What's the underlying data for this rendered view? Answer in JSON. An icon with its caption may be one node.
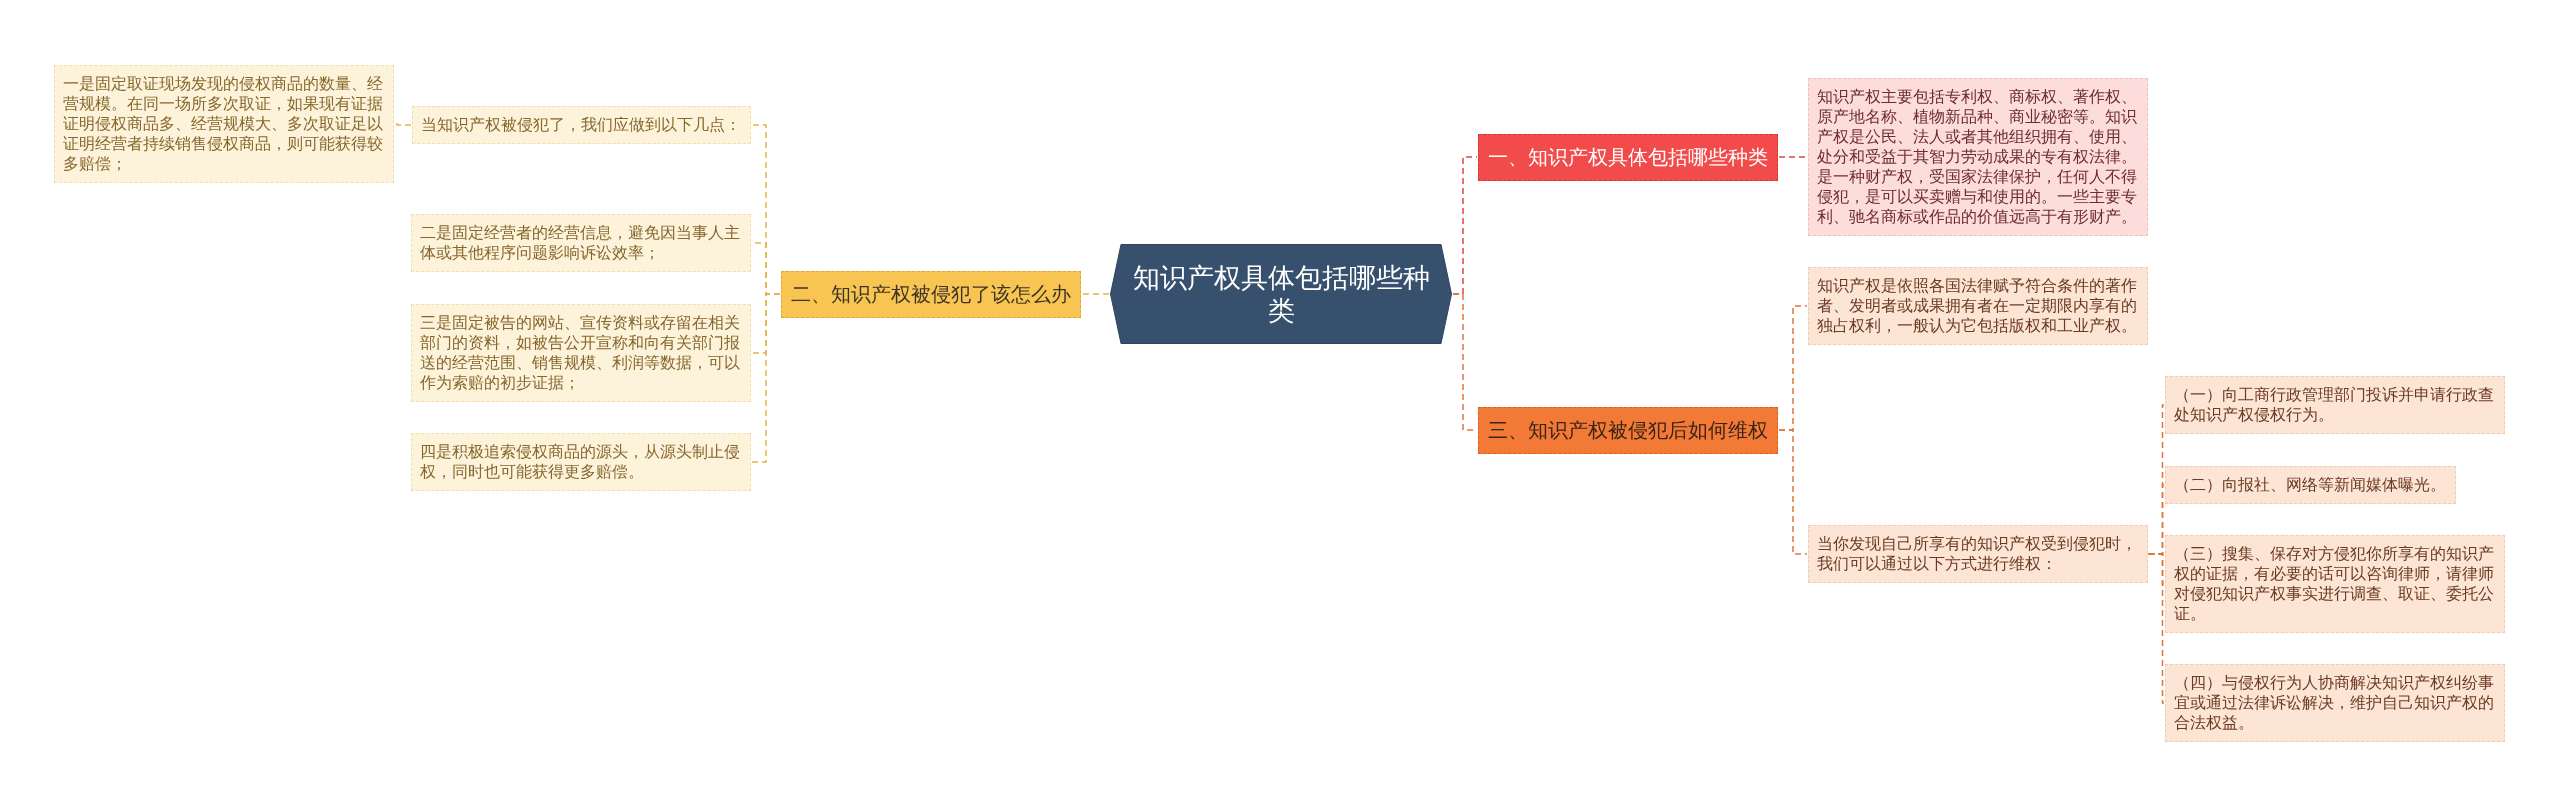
{
  "diagram": {
    "nodes": [
      {
        "text": [
          "知识产权具体包括哪些种类"
        ]
      },
      {
        "text": [
          "一、知识产权具体包括哪些种类"
        ]
      },
      {
        "text": [
          "知识产权主要包括专利权、商标权、著作权、原产地名称、植物新品种、商业秘密等。知识产权是公民、法人或者其他组织拥有、使用、处分和受益于其智力劳动成果的专有权法律。是一种财产权，受国家法律保护，任何人不得侵犯，是可以买卖赠与和使用的。一些主要专利、驰名商标或作品的价值远高于有形财产。"
        ]
      },
      {
        "text": [
          "二、知识产权被侵犯了该怎么办"
        ]
      },
      {
        "text": [
          "当知识产权被侵犯了，我们应做到以下几点："
        ]
      },
      {
        "text": [
          "一是固定取证现场发现的侵权商品的数量、经营规模。在同一场所多次取证，如果现有证据证明侵权商品多、经营规模大、多次取证足以证明经营者持续销售侵权商品，则可能获得较多赔偿；"
        ]
      },
      {
        "text": [
          "二是固定经营者的经营信息，避免因当事人主体或其他程序问题影响诉讼效率；"
        ]
      },
      {
        "text": [
          "三是固定被告的网站、宣传资料或存留在相关部门的资料，如被告公开宣称和向有关部门报送的经营范围、销售规模、利润等数据，可以作为索赔的初步证据；"
        ]
      },
      {
        "text": [
          "四是积极追索侵权商品的源头，从源头制止侵权，同时也可能获得更多赔偿。"
        ]
      },
      {
        "text": [
          "三、知识产权被侵犯后如何维权"
        ]
      },
      {
        "text": [
          "知识产权是依照各国法律赋予符合条件的著作者、发明者或成果拥有者在一定期限内享有的独占权利，一般认为它包括版权和工业产权。"
        ]
      },
      {
        "text": [
          "当你发现自己所享有的知识产权受到侵犯时，我们可以通过以下方式进行维权："
        ]
      },
      {
        "text": [
          "（一）向工商行政管理部门投诉并申请行政查处知识产权侵权行为。"
        ]
      },
      {
        "text": [
          "（二）向报社、网络等新闻媒体曝光。"
        ]
      },
      {
        "text": [
          "（三）搜集、保存对方侵犯你所享有的知识产权的证据，有必要的话可以咨询律师，请律师对侵犯知识产权事实进行调查、取证、委托公证。"
        ]
      },
      {
        "text": [
          "（四）与侵权行为人协商解决知识产权纠纷事宜或通过法律诉讼解决，维护自己知识产权的合法权益。"
        ]
      }
    ],
    "edges": [
      {
        "from": 0,
        "to": 1,
        "arrow": "none",
        "style": "dashed",
        "color": "#dc4646"
      },
      {
        "from": 1,
        "to": 2,
        "arrow": "none",
        "style": "dashed",
        "color": "#dc4646"
      },
      {
        "from": 0,
        "to": 3,
        "arrow": "none",
        "style": "dashed",
        "color": "#e6b445"
      },
      {
        "from": 3,
        "to": 4,
        "arrow": "none",
        "style": "dashed",
        "color": "#e6b445"
      },
      {
        "from": 4,
        "to": 5,
        "arrow": "none",
        "style": "dashed",
        "color": "#e6b445"
      },
      {
        "from": 3,
        "to": 6,
        "arrow": "none",
        "style": "dashed",
        "color": "#e6b445"
      },
      {
        "from": 3,
        "to": 7,
        "arrow": "none",
        "style": "dashed",
        "color": "#e6b445"
      },
      {
        "from": 3,
        "to": 8,
        "arrow": "none",
        "style": "dashed",
        "color": "#e6b445"
      },
      {
        "from": 0,
        "to": 9,
        "arrow": "none",
        "style": "dashed",
        "color": "#e07538"
      },
      {
        "from": 9,
        "to": 10,
        "arrow": "none",
        "style": "dashed",
        "color": "#e07538"
      },
      {
        "from": 9,
        "to": 11,
        "arrow": "none",
        "style": "dashed",
        "color": "#e07538"
      },
      {
        "from": 11,
        "to": 12,
        "arrow": "none",
        "style": "dashed",
        "color": "#e07538"
      },
      {
        "from": 11,
        "to": 13,
        "arrow": "none",
        "style": "dashed",
        "color": "#e07538"
      },
      {
        "from": 11,
        "to": 14,
        "arrow": "none",
        "style": "dashed",
        "color": "#e07538"
      },
      {
        "from": 11,
        "to": 15,
        "arrow": "none",
        "style": "dashed",
        "color": "#e07538"
      }
    ]
  }
}
